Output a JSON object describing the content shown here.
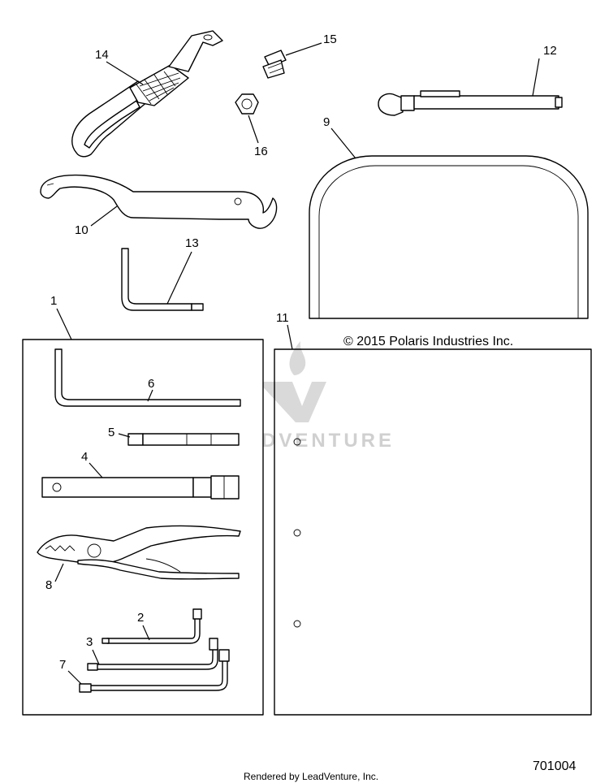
{
  "callouts": {
    "c1": "1",
    "c2": "2",
    "c3": "3",
    "c4": "4",
    "c5": "5",
    "c6": "6",
    "c7": "7",
    "c8": "8",
    "c9": "9",
    "c10": "10",
    "c11": "11",
    "c12": "12",
    "c13": "13",
    "c14": "14",
    "c15": "15",
    "c16": "16"
  },
  "copyright": "© 2015 Polaris Industries Inc.",
  "watermark": "LEADVENTURE",
  "footer": "Rendered by LeadVenture, Inc.",
  "diagram_number": "701004"
}
